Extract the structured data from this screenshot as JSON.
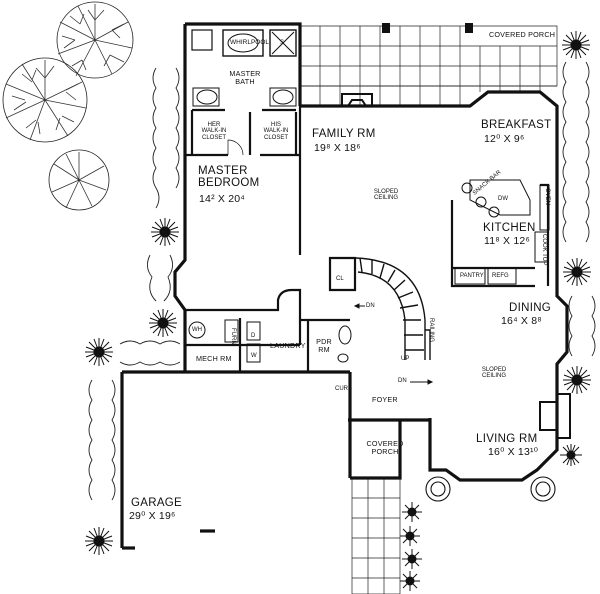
{
  "rooms": {
    "covered_porch_top": "COVERED PORCH",
    "whirlpool": "WHIRLPOOL",
    "shower": "S",
    "master_bath": [
      "MASTER",
      "BATH"
    ],
    "her_closet": [
      "HER",
      "WALK-IN",
      "CLOSET"
    ],
    "his_closet": [
      "HIS",
      "WALK-IN",
      "CLOSET"
    ],
    "master_bedroom": {
      "name": [
        "MASTER",
        "BEDROOM"
      ],
      "dim": "14² x 20⁴"
    },
    "family_rm": {
      "name": "FAMILY RM",
      "dim": "19⁸ x 18⁶"
    },
    "breakfast": {
      "name": "BREAKFAST",
      "dim": "12⁰ x 9⁶"
    },
    "sloped_ceiling_family": [
      "SLOPED",
      "CEILING"
    ],
    "kitchen": {
      "name": "KITCHEN",
      "dim": "11⁸ x 12⁶"
    },
    "snack_bar": "SNACK BAR",
    "dw": "DW",
    "oven": "OVEN",
    "cook_top": "COOK TOP",
    "pantry": "PANTRY",
    "refg": "REFG",
    "closet_cl": "CL",
    "dn": "DN",
    "up": "UP",
    "railing": "RAILING",
    "wh": "WH",
    "furn": "FURN",
    "d": "D",
    "w": "W",
    "mech_rm": "MECH RM",
    "laundry": "LAUNDRY",
    "pdr_rm": [
      "PDR",
      "RM"
    ],
    "dining": {
      "name": "DINING",
      "dim": "16⁴ x 8⁸"
    },
    "sloped_ceiling_living": [
      "SLOPED",
      "CEILING"
    ],
    "curb": "CURB",
    "foyer": "FOYER",
    "covered_porch_front": [
      "COVERED",
      "PORCH"
    ],
    "living_rm": {
      "name": "LIVING RM",
      "dim": "16⁰ x 13¹⁰"
    },
    "garage": {
      "name": "GARAGE",
      "dim": "29⁰ x 19⁶"
    }
  }
}
